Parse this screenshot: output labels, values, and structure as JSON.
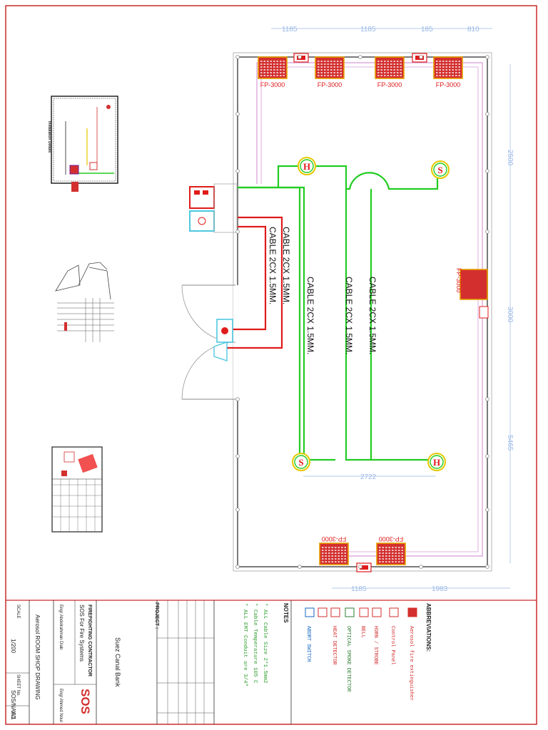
{
  "title_block": {
    "project_label": "PROJECT :",
    "project_name": "Suez Canal Bank",
    "contractor_label": "FIREFIGHTING CONTRACTOR",
    "contractor_name": "SOS For Fire Systems",
    "designed_by_name": "Eng/ Abdelrahman Diab",
    "approved_by_name": "Eng/ Ahmed Nour",
    "logo_text": "SOS",
    "drawing_title": "Aerosol ROOM SHOP DRAWING",
    "scale_label": "SCALE",
    "scale_value": "1/200",
    "sheet_label": "SHEET No.",
    "sheet_value": "SOS/NAV/1",
    "size_value": "A0"
  },
  "abbreviations": {
    "heading": "ABBREVIATIONS:",
    "items": [
      {
        "label": "Aerosol fire extinguisher",
        "color": "#d32f2f"
      },
      {
        "label": "Control Panel",
        "color": "#d32f2f"
      },
      {
        "label": "HORN / STROBE",
        "color": "#d32f2f"
      },
      {
        "label": "BELL",
        "color": "#d32f2f"
      },
      {
        "label": "OPTICAL SMOKE DETECTOR",
        "color": "#2e7d32"
      },
      {
        "label": "HEAT DETECTOR",
        "color": "#d32f2f"
      },
      {
        "label": "",
        "color": "#d32f2f"
      },
      {
        "label": "ABORT SWITCH",
        "color": "#1565c0"
      }
    ]
  },
  "notes": {
    "heading": "NOTES",
    "items": [
      "* ALL Cable Size 2*1.5mm2",
      "* Cable Temperature 105 C",
      "* ALL EMT Conduit are 3/4\""
    ]
  },
  "plan": {
    "cable_labels": [
      "CABLE 2CX 1.5MM.",
      "CABLE 2CX 1.5MM.",
      "CABLE 2CX 1.5MM.",
      "CABLE 2CX 1.5MM.",
      "CABLE 2CX 1.5MM."
    ],
    "unit_label": "FP-3000",
    "smoke_symbol": "S",
    "heat_symbol": "H",
    "dims_top": [
      "1185",
      "1185",
      "185",
      "810"
    ],
    "dims_right": [
      "2500",
      "3000",
      "5465"
    ],
    "dims_bottom": [
      "2722",
      "1185",
      "1983"
    ],
    "colors": {
      "wall": "#888888",
      "green": "#22cc22",
      "red": "#e01b1b",
      "dim": "#9ab8e6",
      "pink": "#d89ad8",
      "cyan": "#4fc8e0"
    }
  },
  "insets": {
    "installation_title": "Installation Details"
  }
}
